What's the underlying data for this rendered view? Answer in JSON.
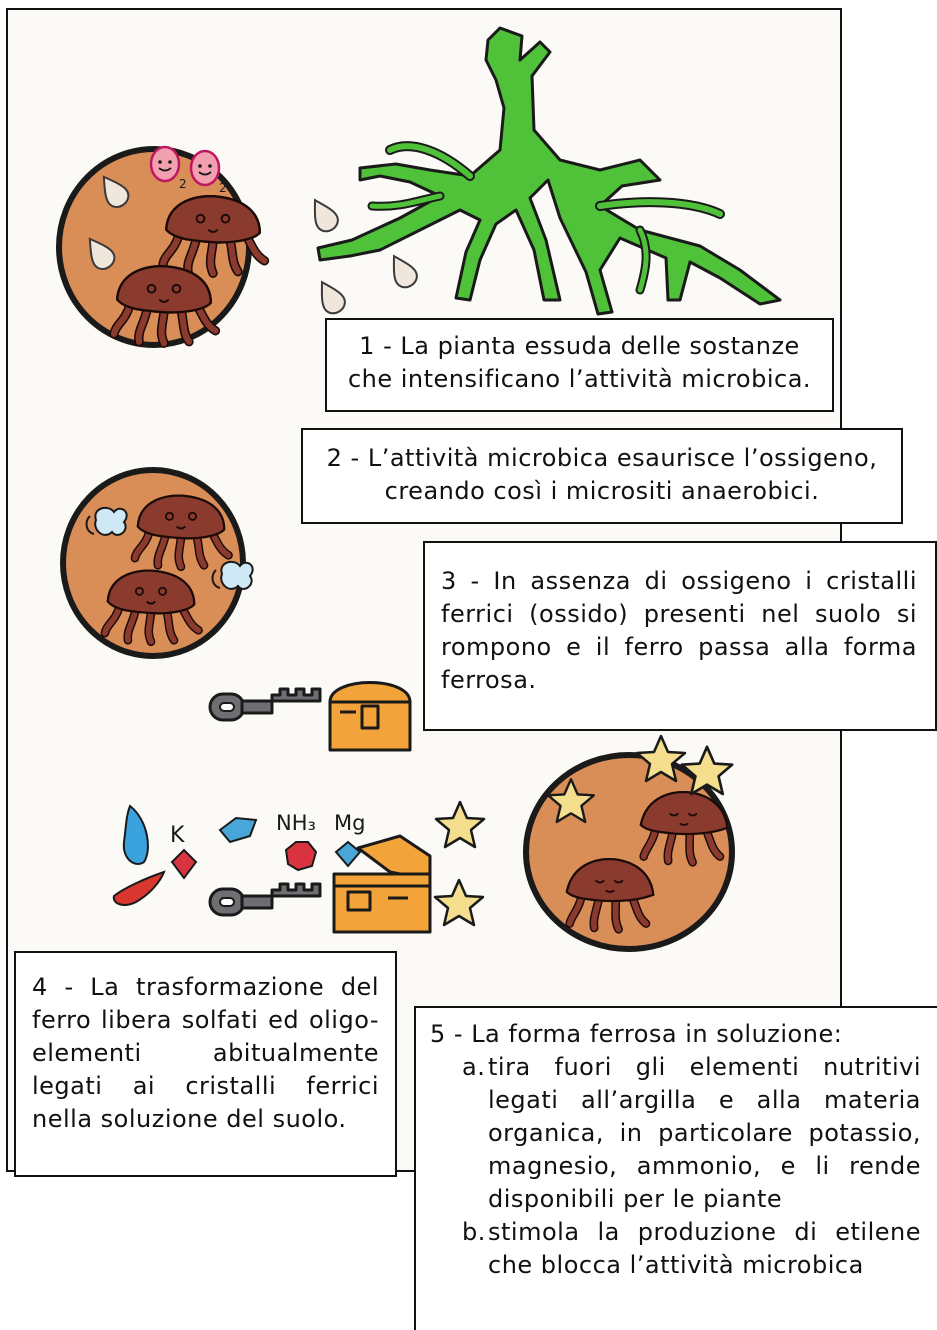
{
  "captions": {
    "step1": "1 - La pianta essuda delle sostanze che intensificano l’attività microbica.",
    "step2": "2 - L’attività microbica esaurisce l’ossigeno, creando così i micrositi anaerobici.",
    "step3": "3 - In assenza di ossigeno i cristalli ferrici (ossido) presenti nel suolo si rompono e il ferro passa alla forma ferrosa.",
    "step4": "4 - La trasformazione del ferro libera solfati ed oligo-elementi abitualmente legati ai cristalli ferrici nella soluzione del suolo.",
    "step5": {
      "intro": "5 - La forma ferrosa in soluzione:",
      "items": [
        {
          "marker": "a.",
          "text": "tira fuori gli elementi nutritivi legati all’argilla e alla materia organica, in particolare potassio, magnesio, ammonio, e li rende disponibili per le piante"
        },
        {
          "marker": "b.",
          "text": "stimola la produzione di etilene che blocca l’attività microbica"
        }
      ]
    }
  },
  "illustration_labels": {
    "oxygen_sub": "2",
    "potassium": "K",
    "ammonia": "NH₃",
    "magnesium": "Mg"
  },
  "colors": {
    "soil_circle": "#d98d57",
    "microbe": "#8b3a2e",
    "root": "#4fc23a",
    "oxygen": "#f2a0b0",
    "star": "#f6de8f",
    "chest": "#f2a33a",
    "key": "#6e6f73",
    "drop_blue": "#3aa3de",
    "drop_red": "#d9362f",
    "gem_blue": "#48a6d8",
    "gem_red": "#d8333f"
  }
}
